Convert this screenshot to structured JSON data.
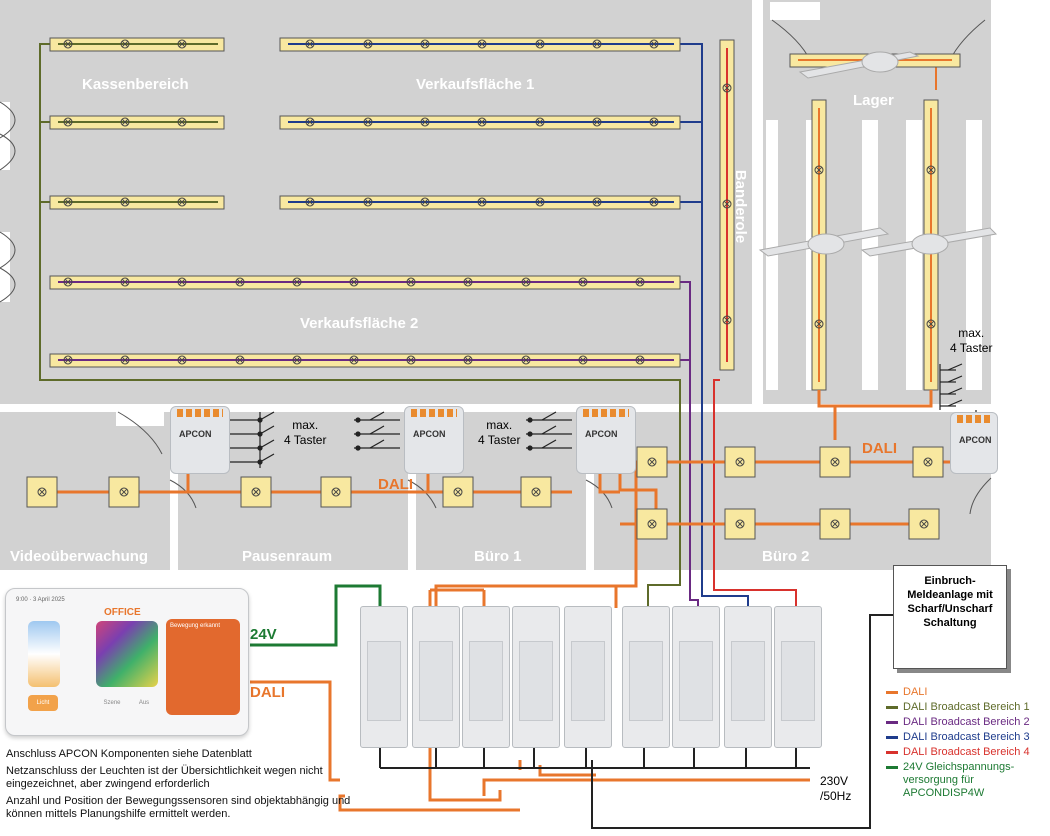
{
  "rooms": {
    "kassenbereich": "Kassenbereich",
    "verkaufsflaeche1": "Verkaufsfläche 1",
    "lager": "Lager",
    "banderole": "Banderole",
    "verkaufsflaeche2": "Verkaufsfläche 2",
    "videoueberwachung": "Videoüberwachung",
    "pausenraum": "Pausenraum",
    "buero1": "Büro 1",
    "buero2": "Büro 2"
  },
  "labels": {
    "dali": "DALI",
    "taster_max": "max.",
    "taster_count": "4 Taster",
    "v24": "24V",
    "dali_tablet": "DALI",
    "mains_v": "230V",
    "mains_hz": "/50Hz",
    "brand": "APCON"
  },
  "tablet": {
    "date": "9:00 · 3 April 2025",
    "title": "OFFICE",
    "card1": "Bewegung erkannt",
    "btn1": "Licht",
    "btn2": "Szene",
    "btn3": "Aus"
  },
  "alarm": {
    "line1": "Einbruch-",
    "line2": "Meldeanlage mit",
    "line3": "Scharf/Unscharf",
    "line4": "Schaltung"
  },
  "legend": [
    {
      "label": "DALI",
      "color": "#e8762c"
    },
    {
      "label": "DALI Broadcast Bereich 1",
      "color": "#5e6b2a"
    },
    {
      "label": "DALI Broadcast Bereich 2",
      "color": "#6a2a82"
    },
    {
      "label": "DALI Broadcast Bereich 3",
      "color": "#1f3c8c"
    },
    {
      "label": "DALI Broadcast Bereich 4",
      "color": "#d8322d"
    },
    {
      "label": "24V Gleichspannungs-\nversorgung für\nAPCONDISP4W",
      "color": "#1d7a33"
    }
  ],
  "notes": [
    "Anschluss APCON Komponenten siehe Datenblatt",
    "Netzanschluss der Leuchten ist der Übersichtlichkeit wegen nicht eingezeichnet, aber zwingend erforderlich",
    "Anzahl und Position der Bewegungssensoren sind objektabhängig und können mittels Planungshilfe ermittelt werden."
  ]
}
